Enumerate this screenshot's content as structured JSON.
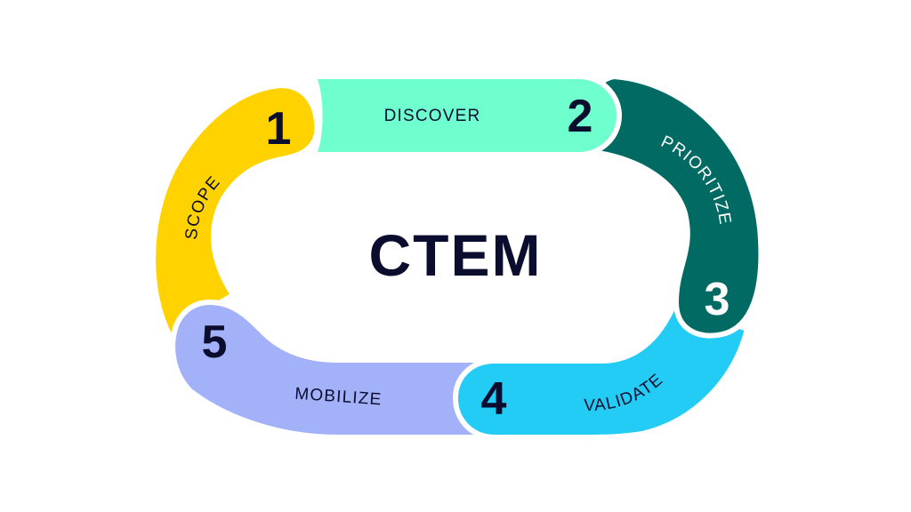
{
  "title": "CTEM",
  "colors": {
    "text_dark": "#0b0d2e",
    "scope": "#ffd200",
    "discover": "#6fffcf",
    "prioritize": "#006a63",
    "validate": "#22ccf5",
    "mobilize": "#a3b2f8"
  },
  "steps": [
    {
      "number": "1",
      "label": "SCOPE",
      "color": "#ffd200"
    },
    {
      "number": "2",
      "label": "DISCOVER",
      "color": "#6fffcf"
    },
    {
      "number": "3",
      "label": "PRIORITIZE",
      "color": "#006a63"
    },
    {
      "number": "4",
      "label": "VALIDATE",
      "color": "#22ccf5"
    },
    {
      "number": "5",
      "label": "MOBILIZE",
      "color": "#a3b2f8"
    }
  ]
}
